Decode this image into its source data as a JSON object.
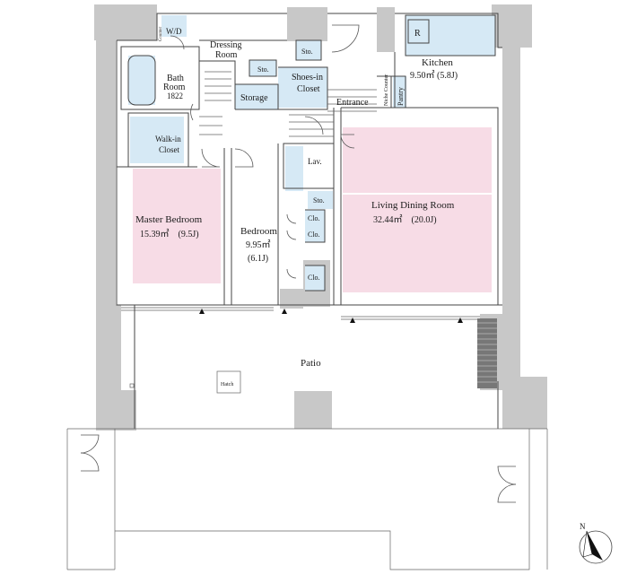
{
  "rooms": {
    "kitchen": {
      "name": "Kitchen",
      "area": "9.50㎡ (5.8J)",
      "fridge": "R"
    },
    "pantry": "Pantry",
    "niche_counter": "Niche Counter",
    "dressing": {
      "line1": "Dressing",
      "line2": "Room"
    },
    "wd": "W/D",
    "counter": "Counter",
    "bath": {
      "line1": "Bath",
      "line2": "Room",
      "code": "1822"
    },
    "storage": "Storage",
    "shoes": {
      "line1": "Shoes-in",
      "line2": "Closet"
    },
    "entrance": "Entrance",
    "sto": "Sto.",
    "walkin": {
      "line1": "Walk-in",
      "line2": "Closet"
    },
    "lav": "Lav.",
    "master": {
      "name": "Master Bedroom",
      "area": "15.39㎡　(9.5J)"
    },
    "bedroom": {
      "name": "Bedroom",
      "area": "9.95㎡",
      "j": "(6.1J)"
    },
    "living": {
      "name": "Living Dining Room",
      "area": "32.44㎡　(20.0J)"
    },
    "clo": "Clo.",
    "patio": "Patio",
    "hatch": "Hatch"
  },
  "compass": {
    "label": "N"
  }
}
